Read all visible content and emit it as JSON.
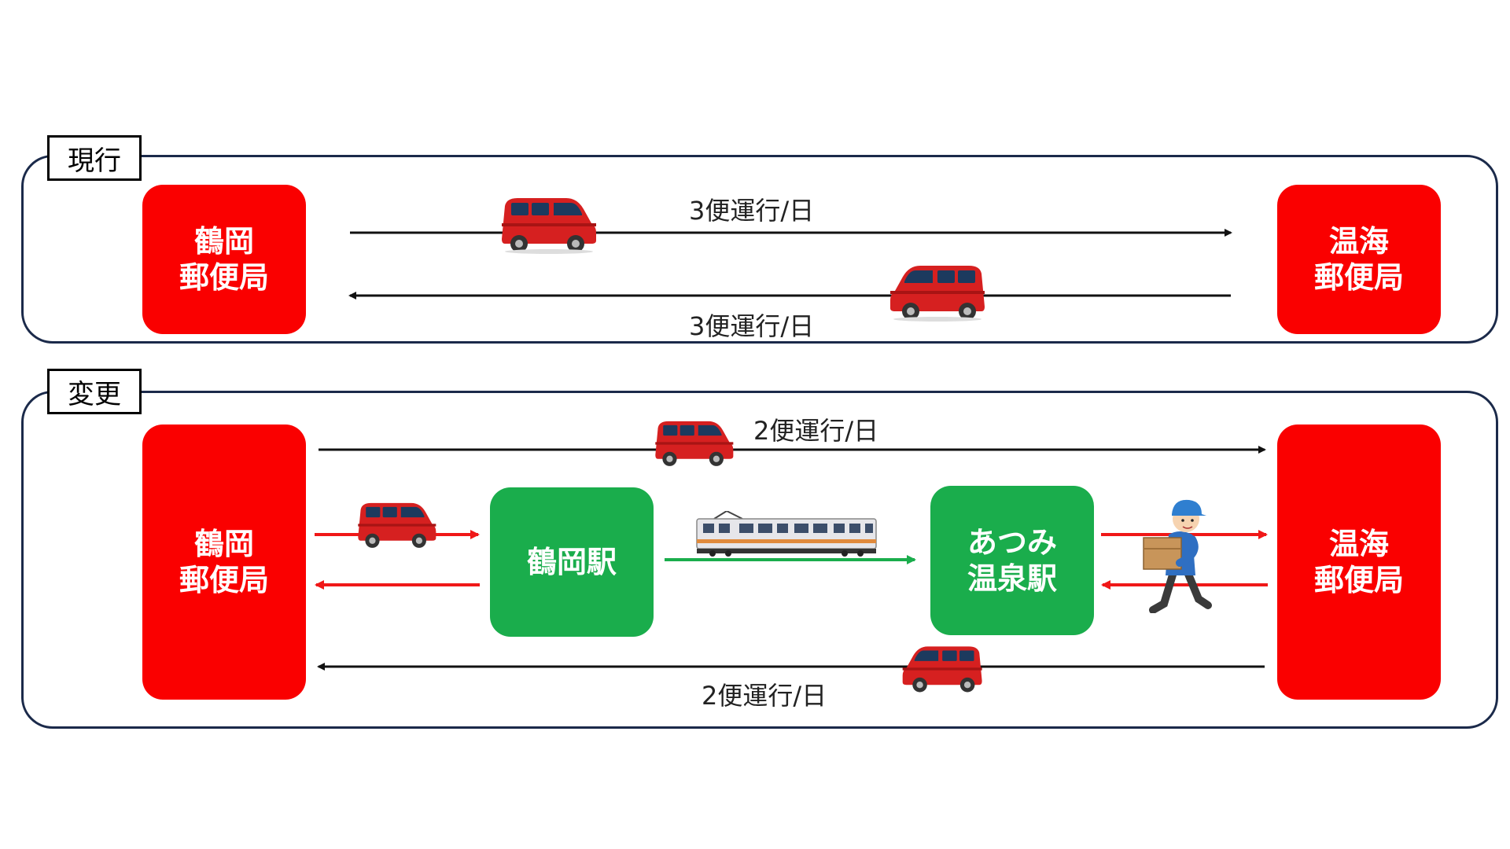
{
  "current": {
    "tag": "現行",
    "origin": {
      "line1": "鶴岡",
      "line2": "郵便局"
    },
    "destination": {
      "line1": "温海",
      "line2": "郵便局"
    },
    "outbound_label": "3便運行/日",
    "return_label": "3便運行/日"
  },
  "changed": {
    "tag": "変更",
    "origin": {
      "line1": "鶴岡",
      "line2": "郵便局"
    },
    "destination": {
      "line1": "温海",
      "line2": "郵便局"
    },
    "station1": {
      "line1": "鶴岡駅"
    },
    "station2": {
      "line1": "あつみ",
      "line2": "温泉駅"
    },
    "outbound_label": "2便運行/日",
    "return_label": "2便運行/日"
  },
  "colors": {
    "post_office": "#fa0000",
    "station": "#1aad4c",
    "road_arrow": "#111111",
    "local_arrow": "#f01818",
    "rail_arrow": "#1aad4c",
    "frame": "#1b2a4a"
  },
  "icons": [
    "van-icon",
    "train-icon",
    "courier-icon"
  ]
}
